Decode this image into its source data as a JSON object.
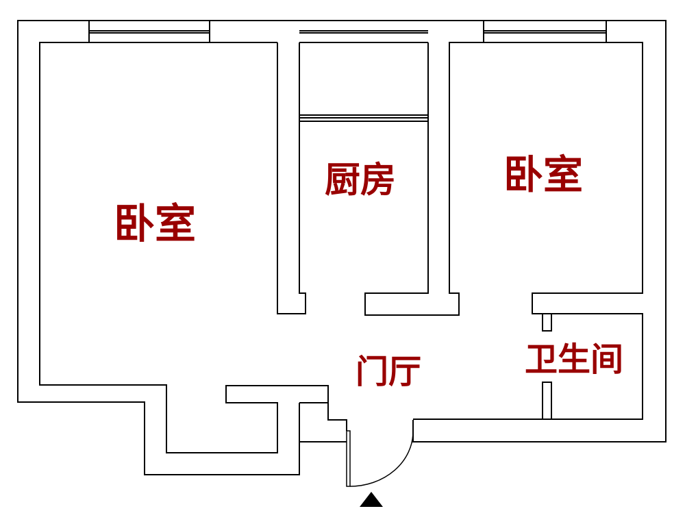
{
  "rooms": {
    "bedroom_left": "卧室",
    "kitchen": "厨房",
    "bedroom_right": "卧室",
    "hall": "门厅",
    "bathroom": "卫生间"
  },
  "colors": {
    "label": "#990000",
    "wall": "#000000"
  },
  "entrance_icon": "triangle-up-arrow"
}
